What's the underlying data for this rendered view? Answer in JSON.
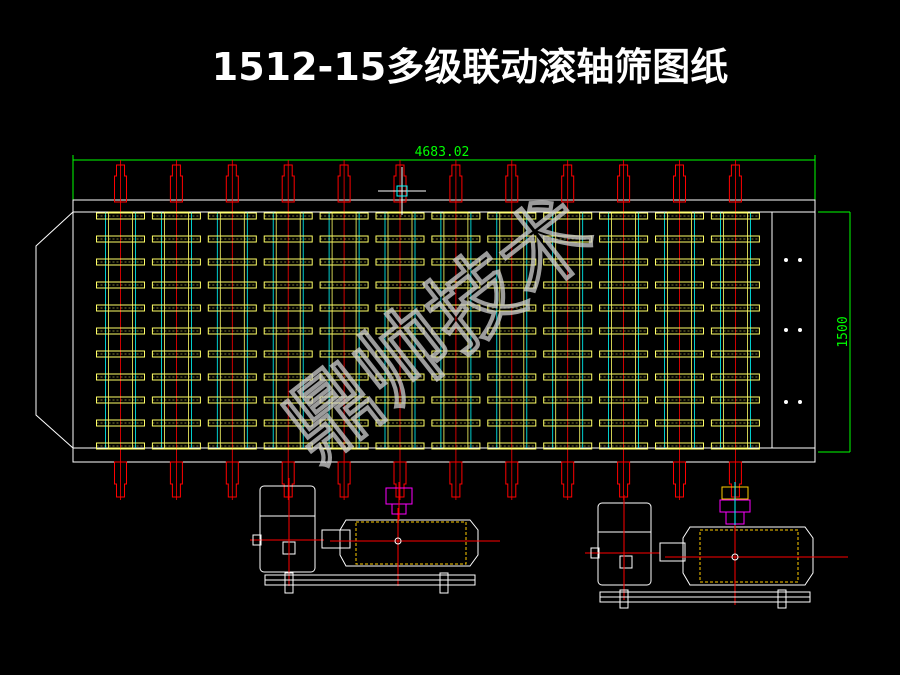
{
  "title": "1512-15多级联动滚轴筛图纸",
  "dimensions": {
    "width_label": "4683.02",
    "height_label": "1500"
  },
  "watermark": "鼎帅技术",
  "colors": {
    "background": "#000000",
    "outline": "#ffffff",
    "shaft": "#ff0000",
    "disc": "#ffff66",
    "center_line": "#00ffff",
    "dimension": "#00ff00",
    "coupling": "#ff00ff",
    "gear": "#ffcc00"
  }
}
